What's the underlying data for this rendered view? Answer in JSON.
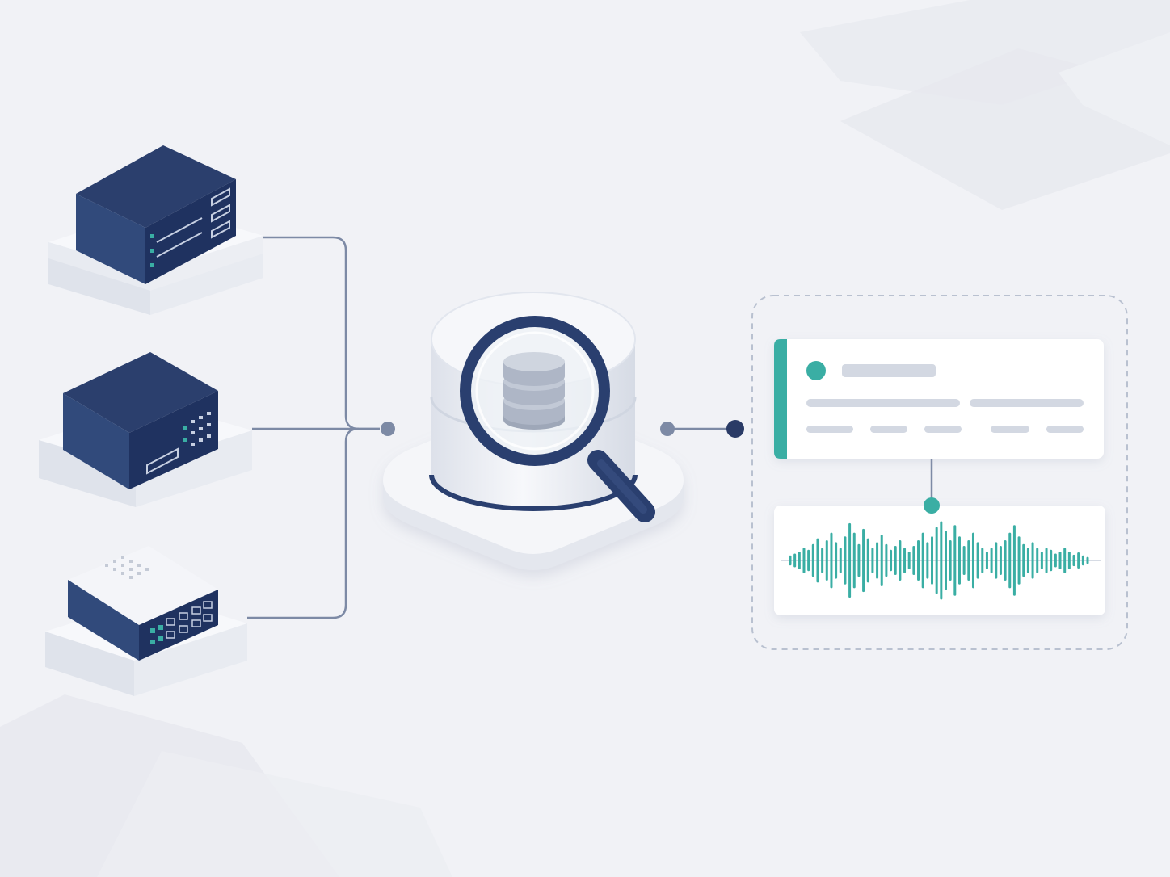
{
  "colors": {
    "background": "#f1f2f6",
    "navy": "#2f4675",
    "navy_dark": "#1e3160",
    "teal": "#3aaea4",
    "connector": "#7d8aa5",
    "card": "#ffffff",
    "placeholder": "#d3d8e2",
    "platform": "#e4e7ee"
  },
  "diagram": {
    "sources": [
      {
        "kind": "server-rack",
        "icon": "server-rack-icon"
      },
      {
        "kind": "storage-server",
        "icon": "storage-server-icon"
      },
      {
        "kind": "network-switch",
        "icon": "network-switch-icon"
      }
    ],
    "hub": {
      "kind": "database-search",
      "icon": "database-search-icon"
    },
    "output": {
      "record_card": {
        "accent": "teal"
      },
      "waveform": {
        "amplitudes": [
          0.1,
          0.15,
          0.2,
          0.3,
          0.25,
          0.4,
          0.55,
          0.3,
          0.5,
          0.7,
          0.45,
          0.3,
          0.6,
          0.95,
          0.7,
          0.4,
          0.8,
          0.55,
          0.3,
          0.45,
          0.65,
          0.4,
          0.25,
          0.35,
          0.5,
          0.3,
          0.2,
          0.35,
          0.5,
          0.7,
          0.45,
          0.6,
          0.85,
          1.0,
          0.75,
          0.5,
          0.9,
          0.6,
          0.35,
          0.5,
          0.7,
          0.45,
          0.3,
          0.2,
          0.3,
          0.45,
          0.35,
          0.5,
          0.7,
          0.9,
          0.6,
          0.4,
          0.3,
          0.45,
          0.3,
          0.2,
          0.3,
          0.25,
          0.15,
          0.2,
          0.3,
          0.2,
          0.12,
          0.18,
          0.1,
          0.06
        ]
      }
    }
  }
}
